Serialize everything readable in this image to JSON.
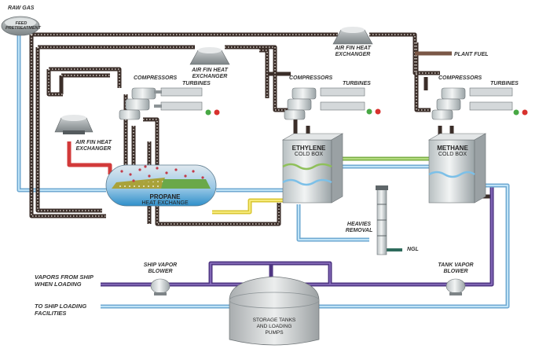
{
  "colors": {
    "pipe_dark": "#3a2d28",
    "pipe_blue": "#7cc0e8",
    "pipe_purple": "#5a3d8c",
    "pipe_green": "#86b84a",
    "pipe_yellow": "#e6d33c",
    "pipe_red": "#d23a3a",
    "pipe_brown": "#7a5746",
    "light_green": "#48a844",
    "light_red": "#d8322e"
  },
  "labels": {
    "raw_gas": "RAW GAS",
    "feed_pretreatment": "FEED\nPRETREATMENT",
    "air_fin_left": "AIR FIN HEAT\nEXCHANGER",
    "air_fin_mid": "AIR FIN HEAT\nEXCHANGER",
    "air_fin_right": "AIR FIN HEAT\nEXCHANGER",
    "plant_fuel": "PLANT FUEL",
    "compressors_1": "COMPRESSORS",
    "compressors_2": "COMPRESSORS",
    "compressors_3": "COMPRESSORS",
    "turbines_1": "TURBINES",
    "turbines_2": "TURBINES",
    "turbines_3": "TURBINES",
    "propane_title": "PROPANE",
    "propane_sub": "HEAT EXCHANGE",
    "ethylene_title": "ETHYLENE",
    "ethylene_sub": "COLD BOX",
    "methane_title": "METHANE",
    "methane_sub": "COLD BOX",
    "heavies_removal": "HEAVIES\nREMOVAL",
    "ngl": "NGL",
    "ship_vapor_blower": "SHIP VAPOR\nBLOWER",
    "tank_vapor_blower": "TANK VAPOR\nBLOWER",
    "vapors_from_ship": "VAPORS FROM SHIP\nWHEN LOADING",
    "to_ship_loading": "TO SHIP LOADING\nFACILITIES",
    "storage_tanks": "STORAGE TANKS\nAND LOADING\nPUMPS"
  }
}
